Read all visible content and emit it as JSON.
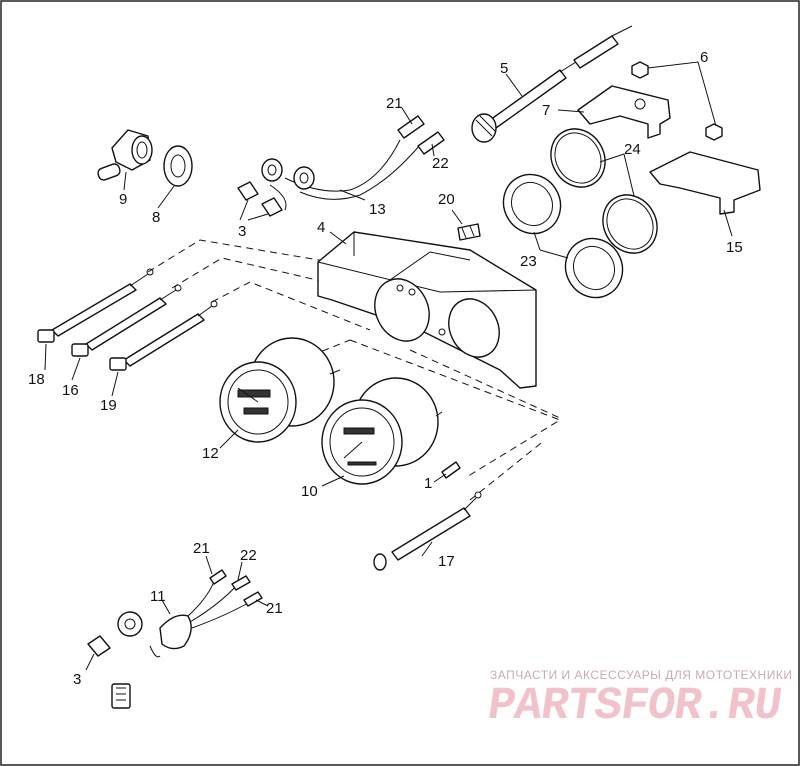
{
  "callouts": {
    "c1": "1",
    "c3a": "3",
    "c3b": "3",
    "c4": "4",
    "c5": "5",
    "c6": "6",
    "c7": "7",
    "c8": "8",
    "c9": "9",
    "c10": "10",
    "c11": "11",
    "c12": "12",
    "c13": "13",
    "c15": "15",
    "c16": "16",
    "c17": "17",
    "c18": "18",
    "c19": "19",
    "c20": "20",
    "c21a": "21",
    "c21b": "21",
    "c21c": "21",
    "c22a": "22",
    "c22b": "22",
    "c23": "23",
    "c24": "24"
  },
  "watermark": {
    "tagline": "ЗАПЧАСТИ И АКСЕССУАРЫ ДЛЯ МОТОТЕХНИКИ",
    "logo": "PARTSFOR.RU"
  },
  "colors": {
    "line": "#111111",
    "watermark": "#f1c2c9",
    "background": "#ffffff"
  }
}
